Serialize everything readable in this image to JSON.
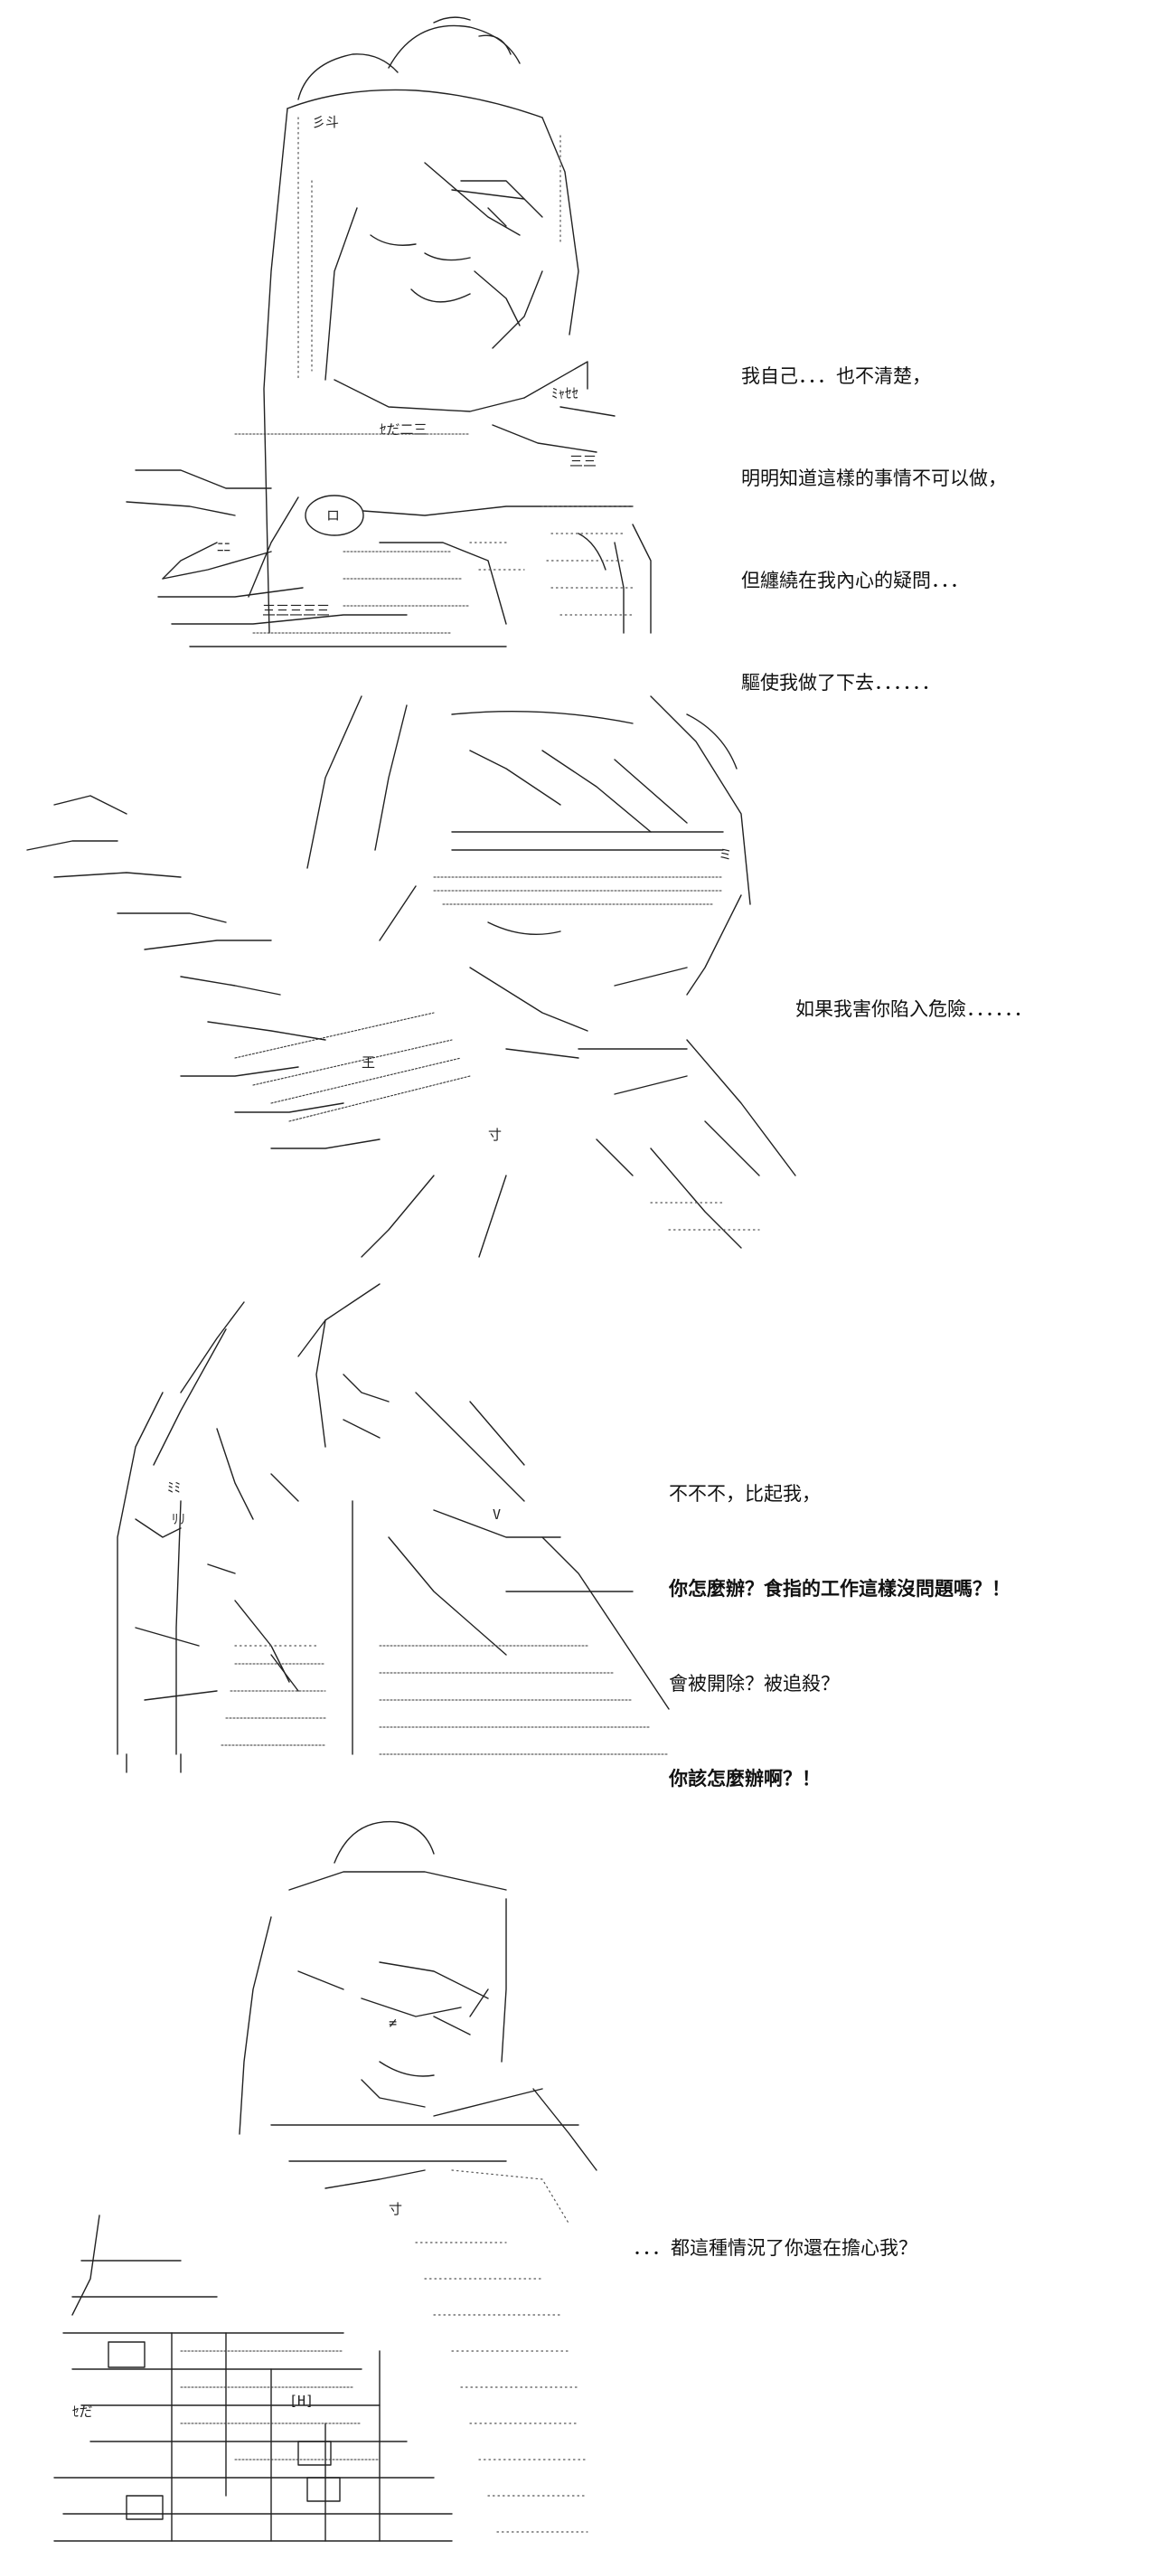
{
  "panels": [
    {
      "lines": [
        "我自己．．．也不清楚，",
        "明明知道這樣的事情不可以做，",
        "但纏繞在我內心的疑問．．．",
        "驅使我做了下去．．．．．．"
      ]
    },
    {
      "lines": [
        "如果我害你陷入危險．．．．．．"
      ]
    },
    {
      "lines": [
        "不不不，比起我，",
        "你怎麼辦？食指的工作這樣沒問題嗎？！",
        "會被開除？被追殺？",
        "你該怎麼辦啊？！"
      ]
    },
    {
      "lines": [
        "．．．都這種情況了你還在擔心我？"
      ]
    }
  ],
  "art_labels": {
    "panel1": [
      "彡斗",
      "ﾐｬｾｾ",
      "ｾだ二三",
      "三三",
      "ロ",
      "ﾆﾆ",
      "三三三三三"
    ],
    "panel2": [
      "王",
      "寸",
      "ミ"
    ],
    "panel3": [
      "ﾐﾐ",
      "ﾘﾘ",
      "V"
    ],
    "panel4": [
      "寸",
      "ｾだ",
      "[H]",
      "≠"
    ]
  }
}
